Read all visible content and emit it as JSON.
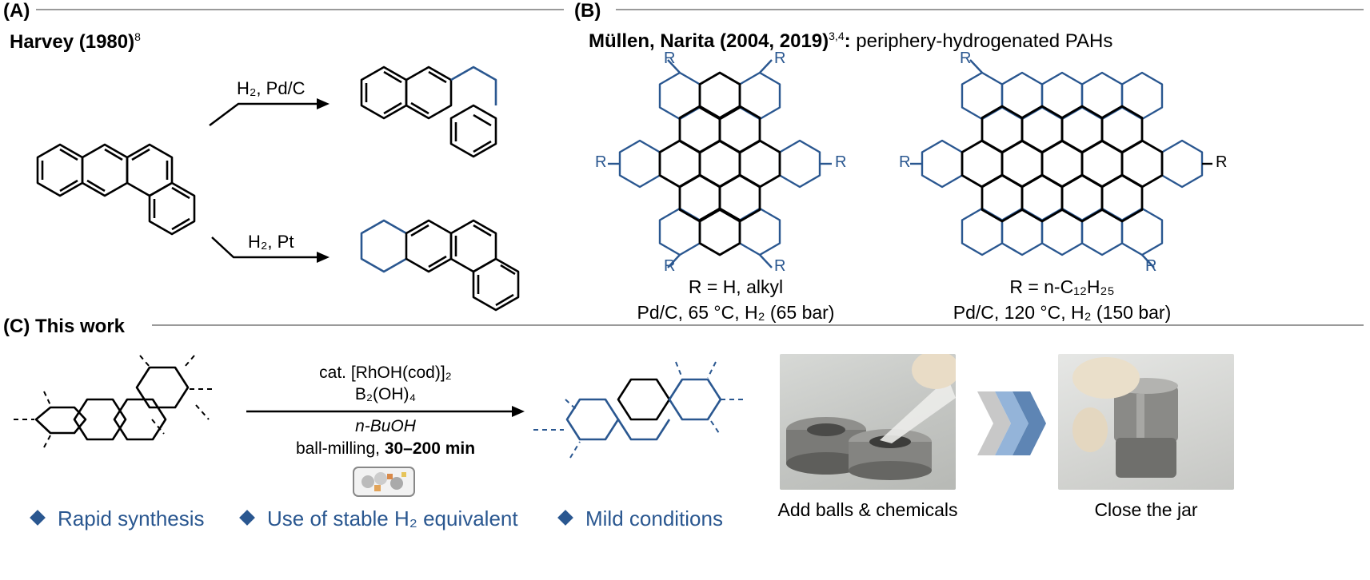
{
  "panels": {
    "a": {
      "label": "(A)",
      "title": "Harvey (1980)",
      "title_ref": "8",
      "route_top": "H₂, Pd/C",
      "route_bottom": "H₂, Pt"
    },
    "b": {
      "label": "(B)",
      "title": "Müllen, Narita (2004, 2019)",
      "title_ref": "3,4",
      "title_suffix": ": periphery-hydrogenated PAHs",
      "left": {
        "r_line": "R = H, alkyl",
        "conditions": "Pd/C, 65 °C, H₂ (65 bar)",
        "r_label": "R"
      },
      "right": {
        "r_line": "R = n-C₁₂H₂₅",
        "conditions": "Pd/C, 120 °C, H₂ (150 bar)",
        "r_label": "R"
      }
    },
    "c": {
      "label": "(C) This work",
      "reagent_1": "cat. [RhOH(cod)]₂",
      "reagent_2": "B₂(OH)₄",
      "solvent": "n-BuOH",
      "method": "ball-milling,",
      "time": "30–200 min",
      "features": [
        "Rapid synthesis",
        "Use of stable H₂ equivalent",
        "Mild conditions"
      ],
      "photos": [
        {
          "caption": "Add balls & chemicals"
        },
        {
          "caption": "Close the jar"
        }
      ]
    }
  },
  "colors": {
    "blue": "#2a5790",
    "rule": "#9a9a9a",
    "black": "#000000"
  }
}
